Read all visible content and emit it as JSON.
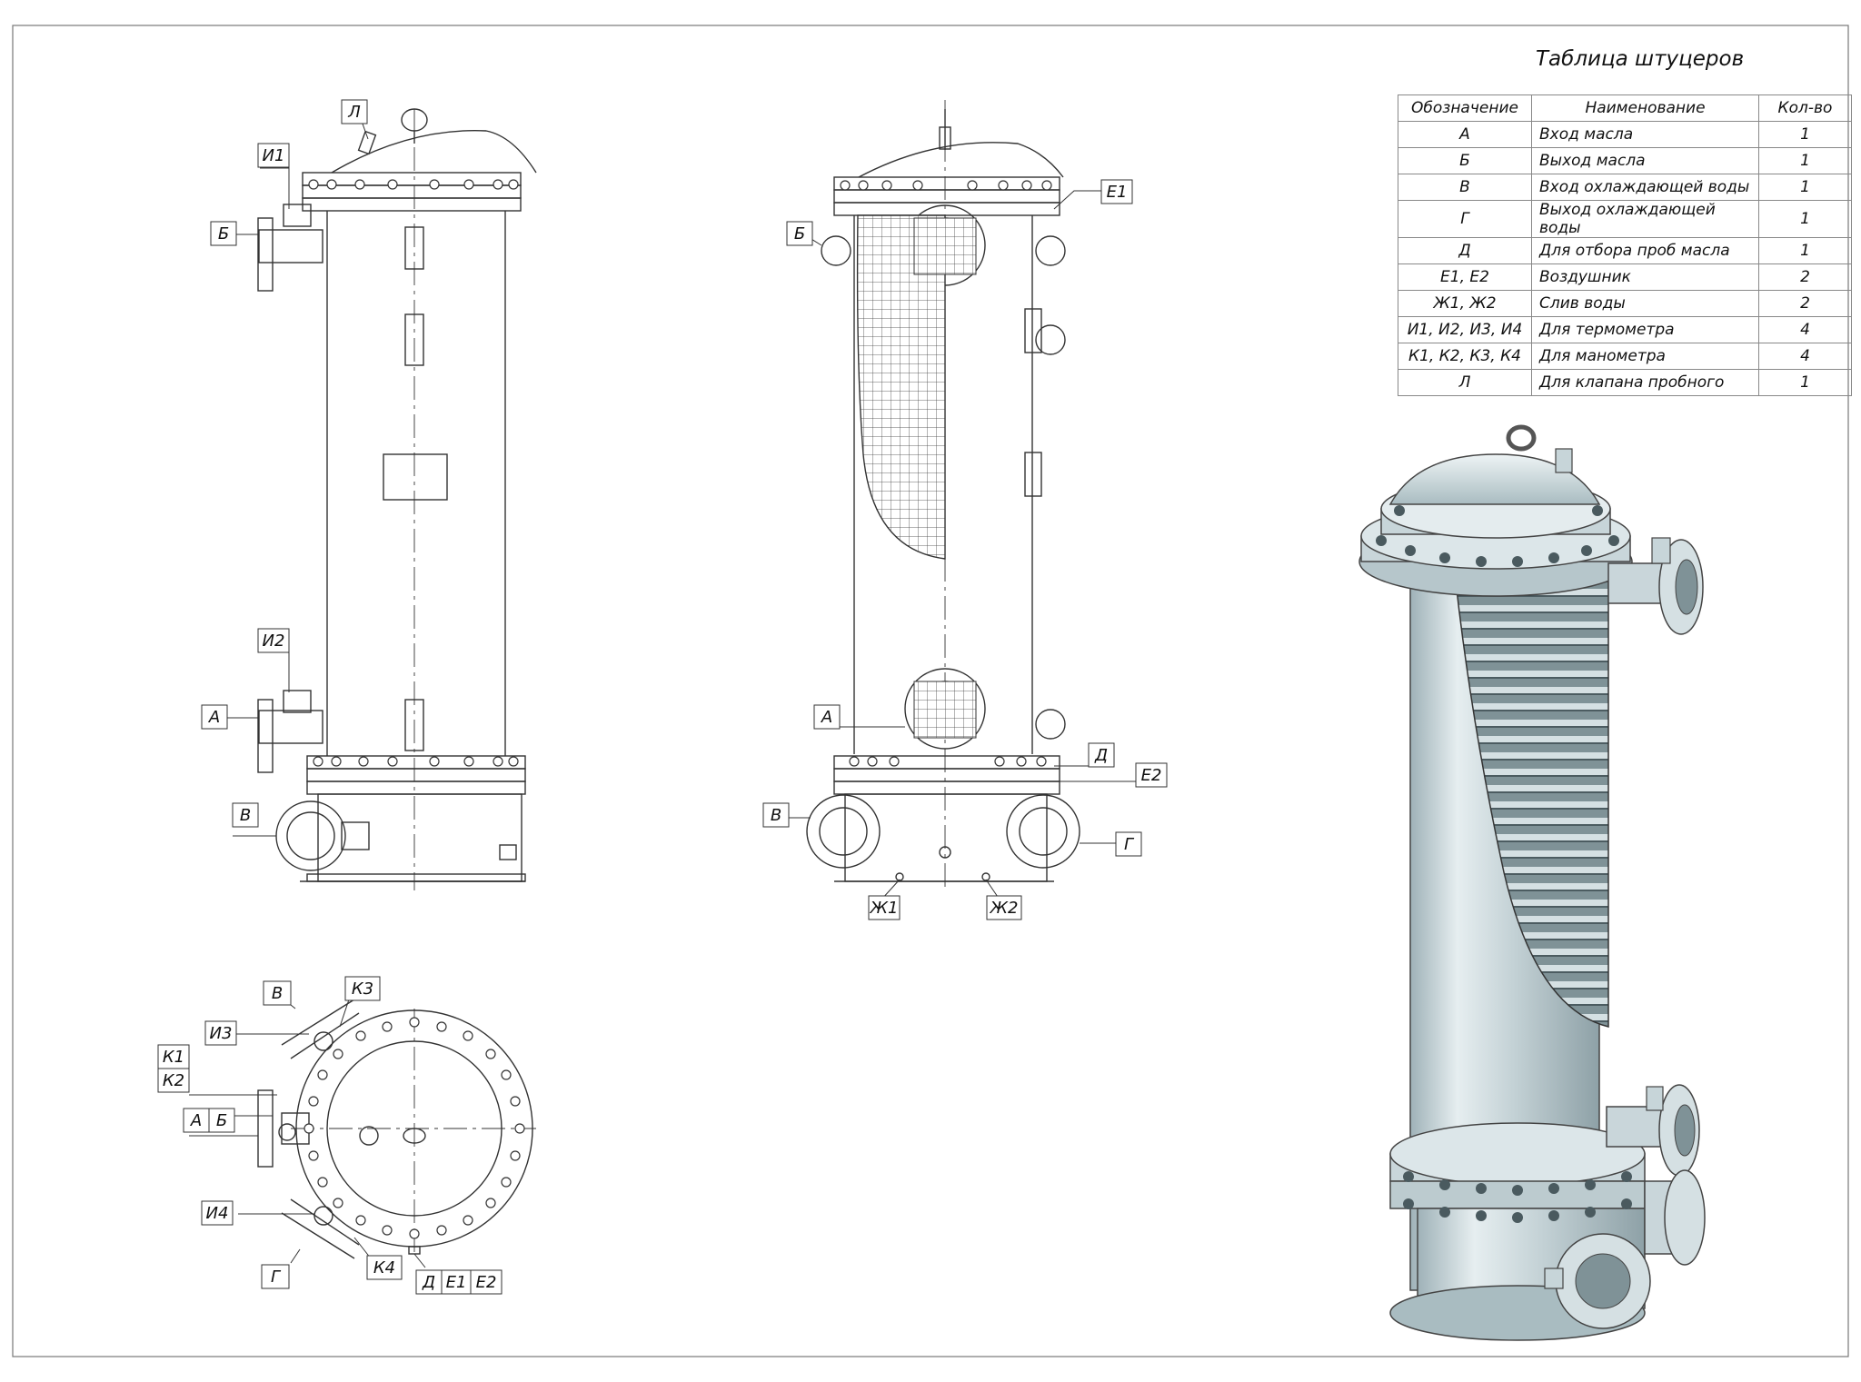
{
  "table": {
    "title": "Таблица штуцеров",
    "headers": [
      "Обозначение",
      "Наименование",
      "Кол-во"
    ],
    "rows": [
      {
        "code": "А",
        "name": "Вход масла",
        "qty": "1"
      },
      {
        "code": "Б",
        "name": "Выход масла",
        "qty": "1"
      },
      {
        "code": "В",
        "name": "Вход охлаждающей воды",
        "qty": "1"
      },
      {
        "code": "Г",
        "name": "Выход охлаждающей воды",
        "qty": "1"
      },
      {
        "code": "Д",
        "name": "Для отбора проб масла",
        "qty": "1"
      },
      {
        "code": "Е1, Е2",
        "name": "Воздушник",
        "qty": "2"
      },
      {
        "code": "Ж1, Ж2",
        "name": "Слив воды",
        "qty": "2"
      },
      {
        "code": "И1, И2, И3, И4",
        "name": "Для термометра",
        "qty": "4"
      },
      {
        "code": "К1, К2, К3, К4",
        "name": "Для манометра",
        "qty": "4"
      },
      {
        "code": "Л",
        "name": "Для клапана пробного",
        "qty": "1"
      }
    ]
  },
  "labels": {
    "L": "Л",
    "I1": "И1",
    "B_": "Б",
    "I2": "И2",
    "A": "А",
    "V": "В",
    "E1": "Е1",
    "E2": "Е2",
    "G": "Г",
    "D": "Д",
    "ZH1": "Ж1",
    "ZH2": "Ж2",
    "I3": "И3",
    "I4": "И4",
    "K1": "К1",
    "K2": "К2",
    "K3": "К3",
    "K4": "К4"
  }
}
